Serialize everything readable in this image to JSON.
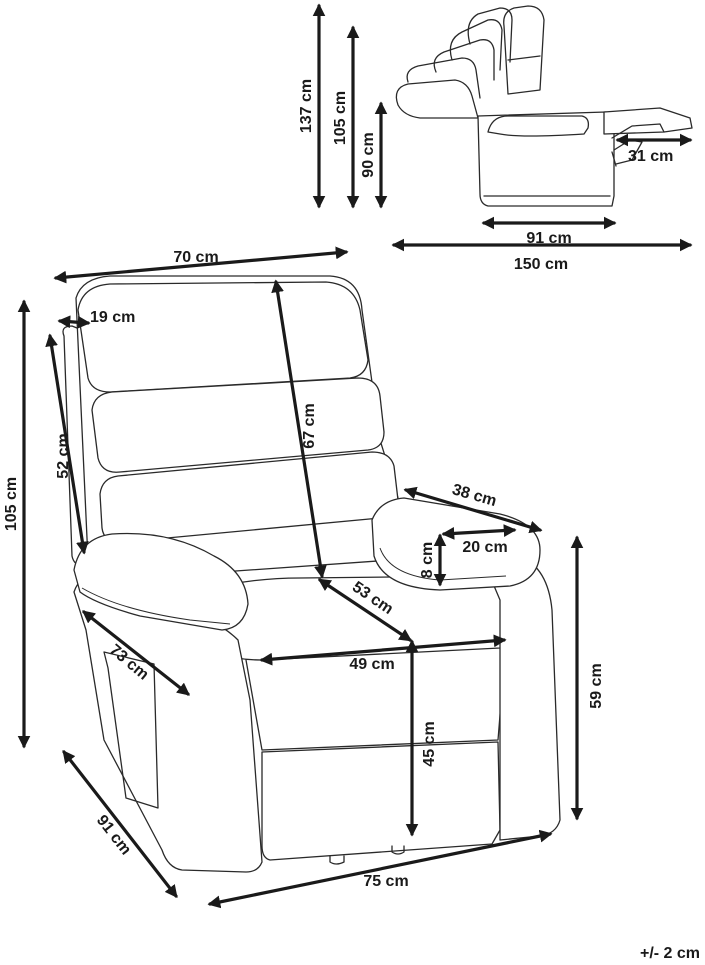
{
  "dimensions": {
    "total_height_reclined": "137 cm",
    "height_mid": "105 cm",
    "height_back": "90 cm",
    "footrest": "31 cm",
    "depth_upright": "91 cm",
    "depth_reclined": "150 cm",
    "top_width": "70 cm",
    "headrest": "19 cm",
    "seat_height": "105 cm",
    "backrest_side": "52 cm",
    "backrest_height": "67 cm",
    "armrest_length": "38 cm",
    "armrest_width": "20 cm",
    "armrest_height": "8 cm",
    "seat_depth": "53 cm",
    "seat_width": "49 cm",
    "side_length": "73 cm",
    "seat_to_floor": "45 cm",
    "arm_height": "59 cm",
    "base_depth": "91 cm",
    "base_width": "75 cm"
  },
  "tolerance": "+/- 2 cm"
}
